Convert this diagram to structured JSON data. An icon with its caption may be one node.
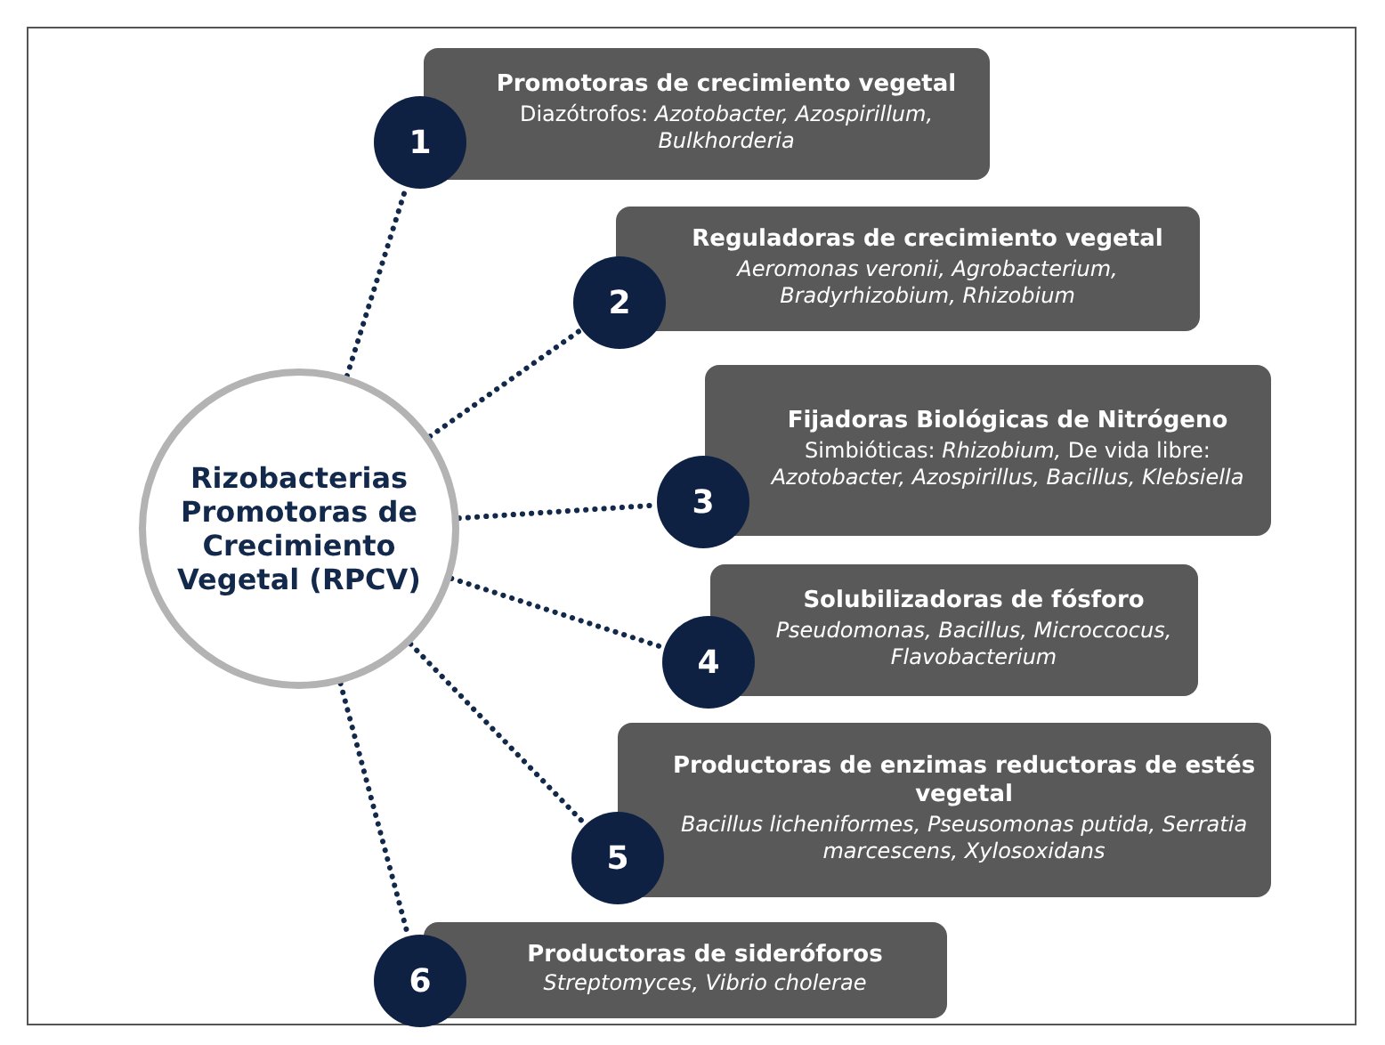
{
  "diagram": {
    "nodes": [
      {
        "text": [
          "Rizobacterias Promotoras de Crecimiento Vegetal (RPCV)"
        ]
      },
      {
        "text": [
          "1"
        ]
      },
      {
        "text": [
          "Promotoras de crecimiento vegetal",
          "Diazótrofos: *Azotobacter, Azospirillum, Bulkhorderia*"
        ]
      },
      {
        "text": [
          "2"
        ]
      },
      {
        "text": [
          "Reguladoras de crecimiento vegetal",
          "*Aeromonas veronii, Agrobacterium, Bradyrhizobium, Rhizobium*"
        ]
      },
      {
        "text": [
          "3"
        ]
      },
      {
        "text": [
          "Fijadoras Biológicas de Nitrógeno",
          "Simbióticas: *Rhizobium,* De vida libre: *Azotobacter, Azospirillus, Bacillus, Klebsiella*"
        ]
      },
      {
        "text": [
          "4"
        ]
      },
      {
        "text": [
          "Solubilizadoras de fósforo",
          "*Pseudomonas, Bacillus, Microccocus, Flavobacterium*"
        ]
      },
      {
        "text": [
          "5"
        ]
      },
      {
        "text": [
          "Productoras de enzimas reductoras de estés vegetal",
          "*Bacillus licheniformes, Pseusomonas putida, Serratia marcescens, Xylosoxidans*"
        ]
      },
      {
        "text": [
          "6"
        ]
      },
      {
        "text": [
          "Productoras de sideróforos",
          "*Streptomyces, Vibrio cholerae*"
        ]
      }
    ],
    "edges": [
      {
        "from": 0,
        "to": 1,
        "arrow": "none",
        "style": "dashed"
      },
      {
        "from": 0,
        "to": 3,
        "arrow": "none",
        "style": "dashed"
      },
      {
        "from": 0,
        "to": 5,
        "arrow": "none",
        "style": "dashed"
      },
      {
        "from": 0,
        "to": 7,
        "arrow": "none",
        "style": "dashed"
      },
      {
        "from": 0,
        "to": 9,
        "arrow": "none",
        "style": "dashed"
      },
      {
        "from": 0,
        "to": 11,
        "arrow": "none",
        "style": "dashed"
      }
    ]
  }
}
